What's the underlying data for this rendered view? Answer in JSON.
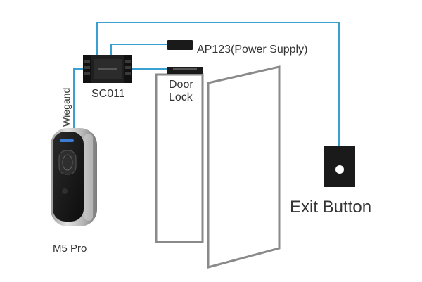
{
  "colors": {
    "wire": "#3a9fd1",
    "device_dark": "#1a1a1a",
    "door_outline": "#8a8a8a",
    "label_text": "#333333",
    "exit_button_box": "#1a1a1a",
    "exit_button_dot": "#ffffff"
  },
  "labels": {
    "power_supply": "AP123(Power Supply)",
    "controller": "SC011",
    "wiegand": "Wiegand",
    "door_lock_line1": "Door",
    "door_lock_line2": "Lock",
    "exit_button": "Exit Button",
    "reader": "M5 Pro"
  },
  "icons": {
    "controller": "controller-module-icon",
    "power_supply": "power-supply-icon",
    "door_lock": "magnetic-lock-icon",
    "reader": "fingerprint-reader-icon",
    "exit_button": "exit-button-icon",
    "door": "door-icon"
  }
}
